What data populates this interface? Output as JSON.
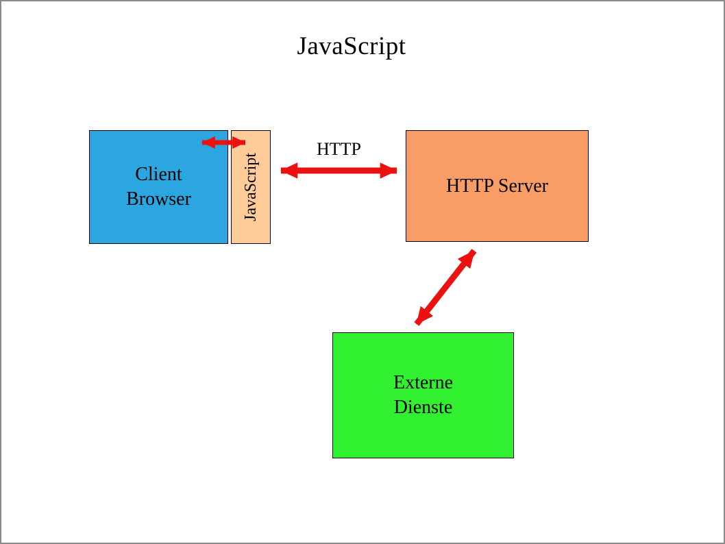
{
  "title": "JavaScript",
  "boxes": {
    "client": {
      "label": "Client\nBrowser"
    },
    "javascript_layer": {
      "label": "JavaScript"
    },
    "http_server": {
      "label": "HTTP Server"
    },
    "external_services": {
      "label": "Externe\nDienste"
    }
  },
  "connections": {
    "http_label": "HTTP",
    "browser_javascript_arrow": "double-arrow",
    "javascript_server_arrow": "double-arrow",
    "server_external_arrow": "double-arrow"
  },
  "colors": {
    "client_box": "#2BA6E0",
    "javascript_layer_box": "#FFCC99",
    "http_server_box": "#F99D67",
    "external_services_box": "#30F030",
    "arrow": "#EC1111"
  }
}
